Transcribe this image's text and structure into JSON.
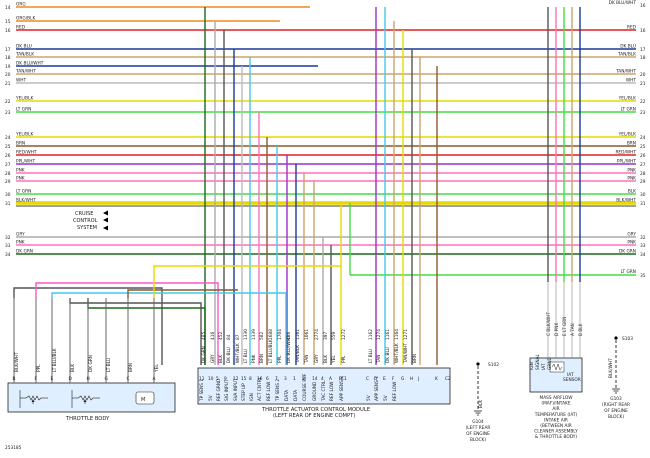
{
  "wires": [
    {
      "num": "14",
      "label": "ORG",
      "color": "#f08a24",
      "right": false
    },
    {
      "num": "15",
      "label": "ORG/BLK",
      "color": "#f08a24",
      "right": false
    },
    {
      "num": "16",
      "label": "RED",
      "color": "#e02020",
      "right": true,
      "rlabel": "RED",
      "rnum": "16"
    },
    {
      "num": "17",
      "label": "DK BLU",
      "color": "#1a3a9a",
      "right": true,
      "rlabel": "DK BLU",
      "rnum": "17"
    },
    {
      "num": "18",
      "label": "TAN/BLK",
      "color": "#c9a66b",
      "right": true,
      "rlabel": "TAN/BLK",
      "rnum": "18"
    },
    {
      "num": "19",
      "label": "DK BLU/WHT",
      "color": "#1a3a9a",
      "right": false
    },
    {
      "num": "20",
      "label": "TAN/WHT",
      "color": "#c9a66b",
      "right": true,
      "rlabel": "TAN/WHT",
      "rnum": "20"
    },
    {
      "num": "21",
      "label": "WHT",
      "color": "#bbbbbb",
      "right": true,
      "rlabel": "WHT",
      "rnum": "21"
    },
    {
      "num": "22",
      "label": "YEL/BLK",
      "color": "#e6d800",
      "right": true,
      "rlabel": "YEL/BLK",
      "rnum": "22"
    },
    {
      "num": "23",
      "label": "LT GRN",
      "color": "#44dd44",
      "right": true,
      "rlabel": "LT GRN",
      "rnum": "23"
    },
    {
      "num": "24",
      "label": "YEL/BLK",
      "color": "#e6d800",
      "right": true,
      "rlabel": "YEL/BLK",
      "rnum": "24"
    },
    {
      "num": "25",
      "label": "BRN",
      "color": "#8b5a2b",
      "right": true,
      "rlabel": "BRN",
      "rnum": "25"
    },
    {
      "num": "26",
      "label": "RED/WHT",
      "color": "#e02020",
      "right": true,
      "rlabel": "RED/WHT",
      "rnum": "26"
    },
    {
      "num": "27",
      "label": "PPL/WHT",
      "color": "#9b30c8",
      "right": true,
      "rlabel": "PPL/WHT",
      "rnum": "27"
    },
    {
      "num": "28",
      "label": "PNK",
      "color": "#ff70b8",
      "right": true,
      "rlabel": "PNK",
      "rnum": "28"
    },
    {
      "num": "29",
      "label": "PNK",
      "color": "#ff70b8",
      "right": true,
      "rlabel": "PNK",
      "rnum": "29"
    },
    {
      "num": "30",
      "label": "LT GRN",
      "color": "#44dd44",
      "right": true,
      "rlabel": "BLK",
      "rnum": "30"
    },
    {
      "num": "31",
      "label": "BLK/WHT",
      "color": "#e6d800",
      "right": true,
      "rlabel": "BLK/WHT",
      "rnum": "31"
    },
    {
      "num": "32",
      "label": "GRY",
      "color": "#aaaaaa",
      "right": true,
      "rlabel": "GRY",
      "rnum": "32"
    },
    {
      "num": "33",
      "label": "PNK",
      "color": "#ff70b8",
      "right": true,
      "rlabel": "PNK",
      "rnum": "33"
    },
    {
      "num": "34",
      "label": "DK GRN",
      "color": "#1a6a1a",
      "right": true,
      "rlabel": "DK GRN",
      "rnum": "34"
    }
  ],
  "top_right_label": "DK BLU/WHT",
  "top_right_num": "16",
  "wire35": {
    "label": "LT GRN",
    "num": "35"
  },
  "cruise": [
    "CRUISE",
    "CONTROL",
    "SYSTEM"
  ],
  "throttle_body": {
    "title": "THROTTLE BODY",
    "pins": [
      "B",
      "F",
      "E",
      "D",
      "H",
      "G",
      "C",
      "A"
    ],
    "wires": [
      "BLK/WHT",
      "PPL",
      "LT BLU/BLK",
      "BLK",
      "DK GRN",
      "LT BLU",
      "BRN",
      "YEL"
    ],
    "motor": "M"
  },
  "tac": {
    "title1": "THROTTLE ACTUATOR CONTROL MODULE",
    "title2": "(LEFT REAR OF ENGINE COMPT)",
    "pins": [
      "11",
      "10",
      "5",
      "9",
      "12",
      "15",
      "8",
      "16",
      "6",
      "7",
      "3",
      "1",
      "2",
      "14",
      "4",
      "A",
      "B",
      "C",
      "D",
      "E",
      "F",
      "G",
      "H",
      "J",
      "K",
      "C2"
    ],
    "circuits": [
      "485",
      "416",
      "452",
      "84",
      "87",
      "1330",
      "1339",
      "582",
      "1688",
      "1704",
      "486",
      "1161",
      "1061",
      "2774",
      "397",
      "559",
      "1272",
      "1162",
      "1274",
      "1161",
      "1164",
      "1271"
    ],
    "wire_colors": [
      "DK GRN",
      "GRY",
      "BLK",
      "DK BLU",
      "WHT/BLK",
      "LT BLU",
      "PNK",
      "BRN",
      "LT BLU/BLK",
      "PPL",
      "DK BLU/WHT",
      "TAN/BLK",
      "TAN",
      "GRY",
      "BLK",
      "YEL",
      "PPL",
      "LT BLU",
      "TAN",
      "DK BLU",
      "WHT/BLK",
      "TAN/WHT",
      "BRN"
    ],
    "functions": [
      "TP SENS 1",
      "5V",
      "REF GRND",
      "SIG INPUT",
      "SVA INPUT",
      "STEP UP",
      "IGN",
      "ACT CNTRL",
      "REF LOW",
      "TP SENS 2",
      "DATA",
      "DATA",
      "COURSE REF",
      "GROUND",
      "TAC CTRL",
      "REF LOW",
      "APP SENS 2",
      "5V",
      "APP SENS 1",
      "5V",
      "REF LOW"
    ],
    "c1": "C1"
  },
  "maf": {
    "pins": [
      "C",
      "D",
      "E",
      "A",
      "B"
    ],
    "wires": [
      "BLK/WHT",
      "PNK",
      "LT GRN",
      "TAN",
      "BLK"
    ],
    "labels": [
      "IGN",
      "SIGNAL",
      "IAT",
      "GRND"
    ],
    "sensor": [
      "IAT",
      "SENSOR"
    ],
    "title": [
      "MASS AIRFLOW",
      "(MAF)/INTAKE",
      "AIR",
      "TEMPERATURE (IAT)",
      "INTAKE AIR",
      "(BETWEEN AIR",
      "CLEANER ASSEMBLY",
      "& THROTTLE BODY)"
    ]
  },
  "s102": "S102",
  "s103": "S103",
  "g104": [
    "G104",
    "(LEFT REAR",
    "OF ENGINE",
    "BLOCK)"
  ],
  "g103": [
    "G103",
    "(RIGHT REAR",
    "OF ENGINE",
    "BLOCK)"
  ],
  "g104_wire": "BLK",
  "g103_wire": "BLK/WHT",
  "diagram_id": "253185"
}
